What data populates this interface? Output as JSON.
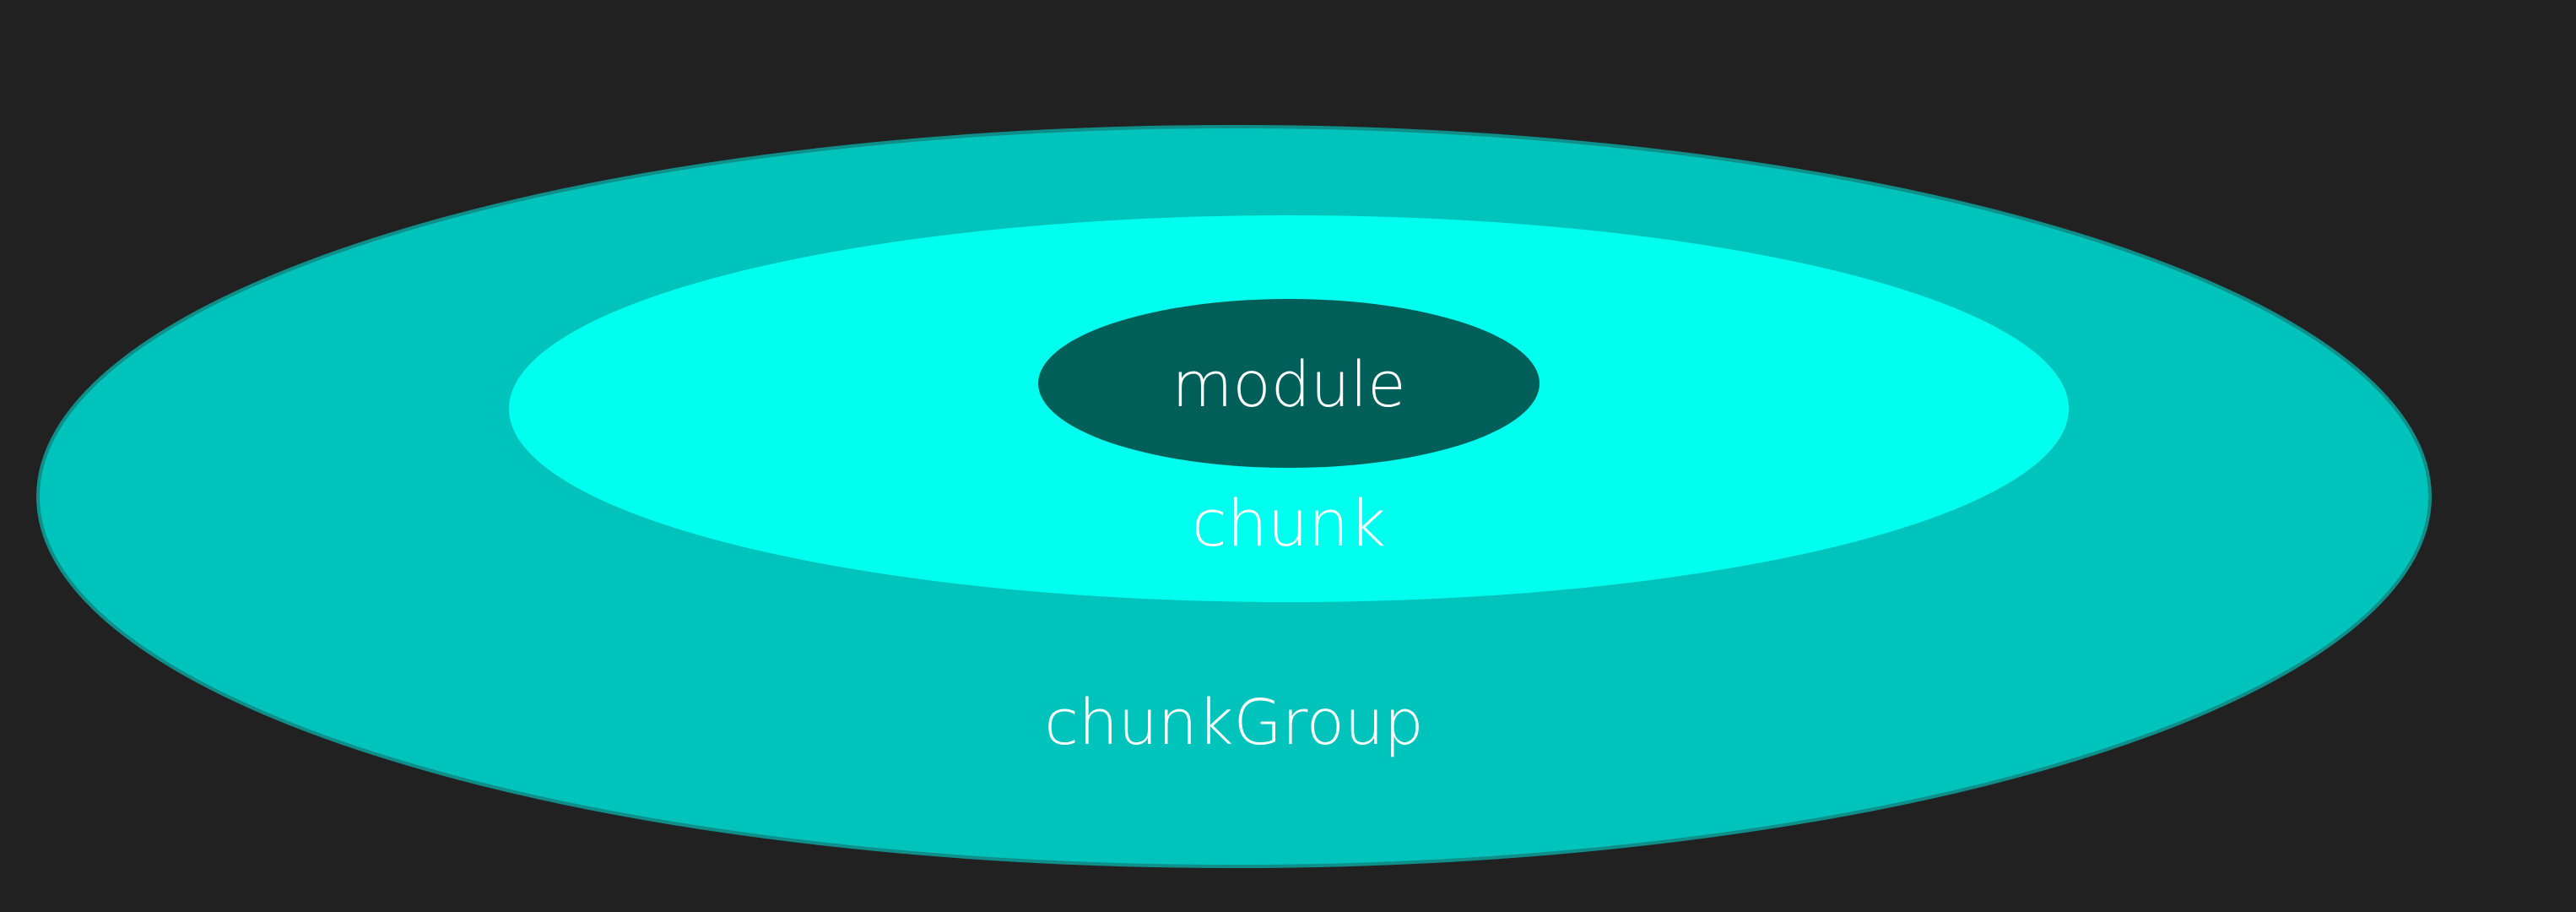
{
  "labels": {
    "outer": "chunkGroup",
    "middle": "chunk",
    "inner": "module"
  },
  "colors": {
    "background": "#212121",
    "outer_fill": "#00c4bb",
    "outer_stroke": "#0e8f8a",
    "middle_fill": "#00ffef",
    "inner_fill": "#005f58",
    "text": "#ffffff"
  }
}
